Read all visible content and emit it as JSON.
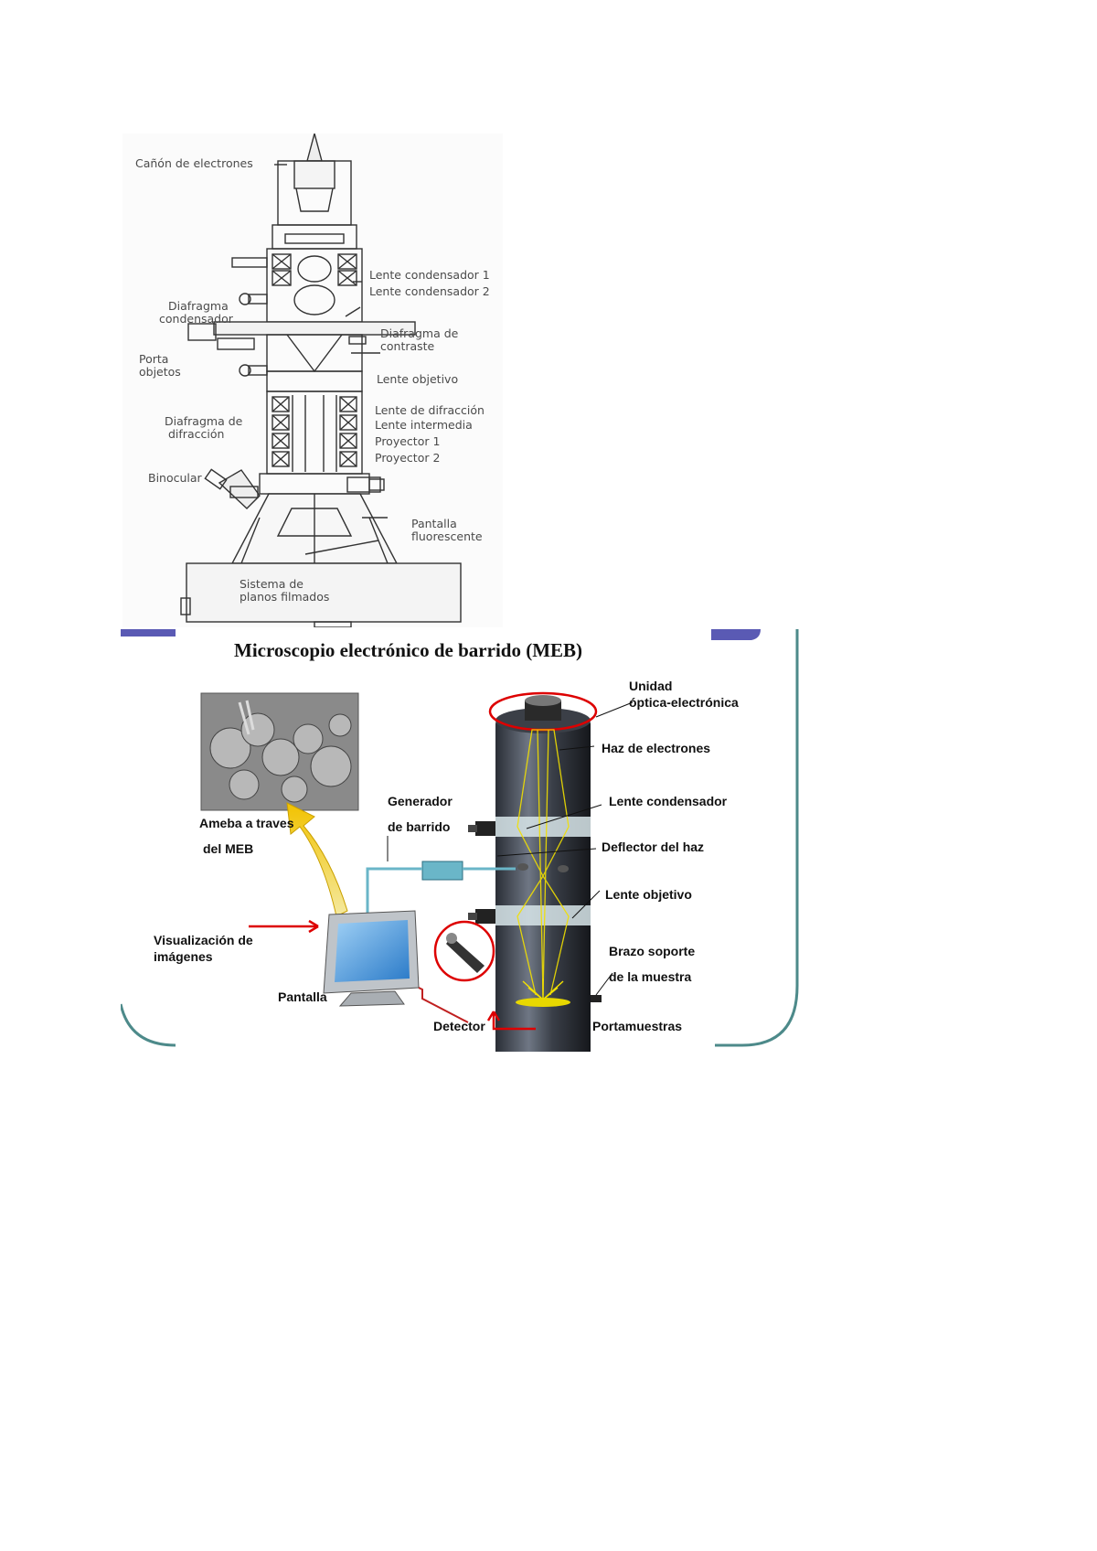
{
  "tem": {
    "labels": {
      "canon": "Cañón de electrones",
      "lente_cond_1": "Lente condensador 1",
      "lente_cond_2": "Lente condensador 2",
      "diafragma_cond_1": "Diafragma",
      "diafragma_cond_2": "condensador",
      "diafragma_contraste_1": "Diafragma de",
      "diafragma_contraste_2": "contraste",
      "porta_1": "Porta",
      "porta_2": "objetos",
      "lente_objetivo": "Lente objetivo",
      "lente_difraccion": "Lente de difracción",
      "lente_intermedia": "Lente  intermedia",
      "diafragma_dif_1": "Diafragma de",
      "diafragma_dif_2": "difracción",
      "proyector_1": "Proyector 1",
      "proyector_2": "Proyector 2",
      "binocular": "Binocular",
      "pantalla_1": "Pantalla",
      "pantalla_2": "fluorescente",
      "sistema_1": "Sistema de",
      "sistema_2": "planos filmados"
    }
  },
  "sem": {
    "title": "Microscopio electrónico de barrido (MEB)",
    "accent_color": "#5a5ab4",
    "frame_color": "#4d8a8a",
    "labels": {
      "unidad_1": "Unidad",
      "unidad_2": "óptica-electrónica",
      "haz": "Haz de electrones",
      "lente_condensador": "Lente condensador",
      "deflector": "Deflector del haz",
      "lente_objetivo": "Lente objetivo",
      "brazo_1": "Brazo soporte",
      "brazo_2": "de la muestra",
      "portamuestras": "Portamuestras",
      "generador_1": "Generador",
      "generador_2": "de barrido",
      "ameba_1": "Ameba a traves",
      "ameba_2": "del MEB",
      "visualizacion_1": "Visualización de",
      "visualizacion_2": "imágenes",
      "pantalla": "Pantalla",
      "detector": "Detector"
    }
  }
}
